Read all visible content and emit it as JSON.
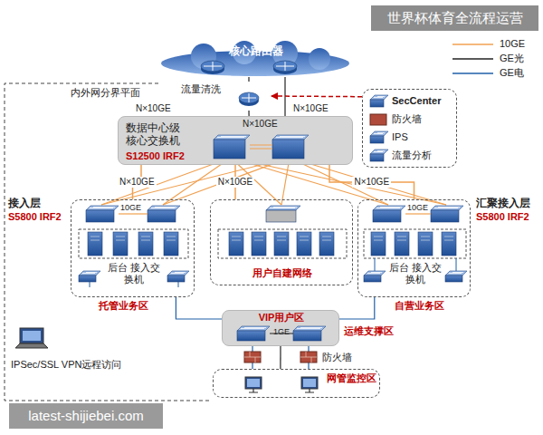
{
  "diagram": {
    "nodes": [
      {
        "text": [
          "核心路由器"
        ]
      },
      {
        "text": [
          "流量清洗"
        ]
      },
      {
        "text": [
          "SecCenter",
          "防火墙",
          "IPS",
          "流量分析"
        ]
      },
      {
        "text": [
          "数据中心级 核心交换机",
          "S12500 IRF2"
        ]
      },
      {
        "text": [
          "接入层",
          "S5800 IRF2",
          "后台 接入交换机",
          "托管业务区"
        ]
      },
      {
        "text": [
          "用户自建网络"
        ]
      },
      {
        "text": [
          "汇聚接入层",
          "S5800 IRF2",
          "后台 接入交换机",
          "自营业务区"
        ]
      },
      {
        "text": [
          "VIP用户区",
          "运维支撑区"
        ]
      },
      {
        "text": [
          "网管监控区"
        ]
      }
    ],
    "edges": [
      {
        "from": 0,
        "to": 1,
        "arrow": "none"
      },
      {
        "from": 2,
        "to": 1,
        "arrow": "to"
      },
      {
        "from": 1,
        "to": 3,
        "arrow": "none"
      },
      {
        "from": 3,
        "to": 4,
        "arrow": "none",
        "label": "N×10GE"
      },
      {
        "from": 3,
        "to": 5,
        "arrow": "none",
        "label": "N×10GE"
      },
      {
        "from": 3,
        "to": 6,
        "arrow": "none",
        "label": "N×10GE"
      },
      {
        "from": 4,
        "to": 7,
        "arrow": "none"
      },
      {
        "from": 6,
        "to": 7,
        "arrow": "none"
      },
      {
        "from": 7,
        "to": 8,
        "arrow": "none"
      }
    ],
    "labels": [
      "世界杯体育全流程运营",
      "内外网分界平面",
      "N×10GE",
      "N×10GE",
      "N×10GE",
      "10GE",
      "10GE",
      "1GE",
      "防火墙",
      "IPSec/SSL VPN远程访问",
      "latest-shijiebei.com"
    ],
    "legend": [
      {
        "text": "10GE"
      },
      {
        "text": "GE光"
      },
      {
        "text": "GE电"
      }
    ]
  }
}
